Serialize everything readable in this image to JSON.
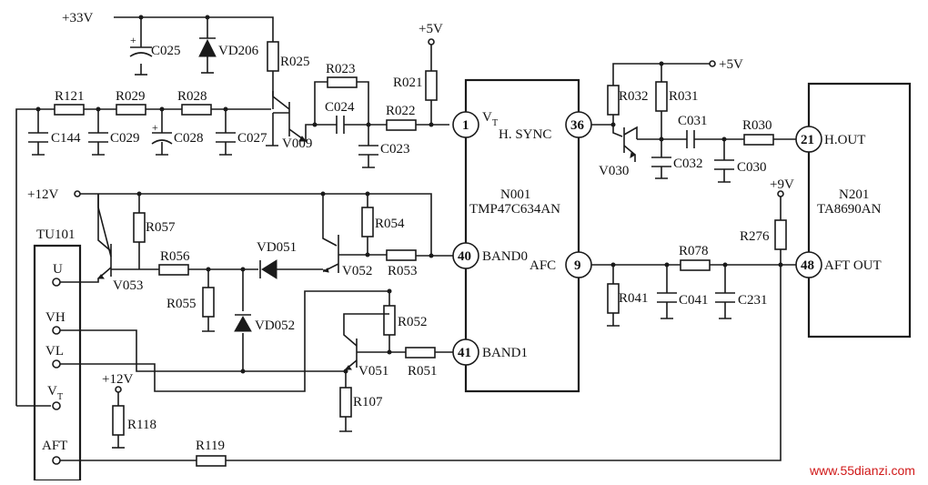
{
  "supplies": {
    "v33": "+33V",
    "v5_top": "+5V",
    "v5_right": "+5V",
    "v12_left": "+12V",
    "v12_bottom": "+12V",
    "v9": "+9V"
  },
  "ics": {
    "n001_name": "N001",
    "n001_part": "TMP47C634AN",
    "n201_name": "N201",
    "n201_part": "TA8690AN",
    "tu101_name": "TU101"
  },
  "pins": {
    "p1": "1",
    "p36": "36",
    "p40": "40",
    "p41": "41",
    "p9": "9",
    "p21": "21",
    "p48": "48"
  },
  "pin_labels": {
    "vt_main": "V",
    "vt_sub": "T",
    "hsync": "H. SYNC",
    "band0": "BAND0",
    "band1": "BAND1",
    "afc": "AFC",
    "hout": "H.OUT",
    "aftout": "AFT OUT"
  },
  "tuner_pins": {
    "u": "U",
    "vh": "VH",
    "vl": "VL",
    "vt_main": "V",
    "vt_sub": "T",
    "aft": "AFT"
  },
  "components": {
    "resistors": {
      "r121": "R121",
      "r029": "R029",
      "r028": "R028",
      "r025": "R025",
      "r023": "R023",
      "r021": "R021",
      "r022": "R022",
      "r032": "R032",
      "r031": "R031",
      "r030": "R030",
      "r057": "R057",
      "r056": "R056",
      "r055": "R055",
      "r054": "R054",
      "r053": "R053",
      "r052": "R052",
      "r051": "R051",
      "r107": "R107",
      "r118": "R118",
      "r119": "R119",
      "r041": "R041",
      "r078": "R078",
      "r276": "R276"
    },
    "capacitors": {
      "c025": "C025",
      "c144": "C144",
      "c029": "C029",
      "c028": "C028",
      "c027": "C027",
      "c024": "C024",
      "c023": "C023",
      "c031": "C031",
      "c032": "C032",
      "c030": "C030",
      "c041": "C041",
      "c231": "C231"
    },
    "diodes": {
      "vd206": "VD206",
      "vd051": "VD051",
      "vd052": "VD052"
    },
    "transistors": {
      "v009": "V009",
      "v030": "V030",
      "v053": "V053",
      "v052": "V052",
      "v051": "V051"
    }
  },
  "watermark": "www.55dianzi.com"
}
